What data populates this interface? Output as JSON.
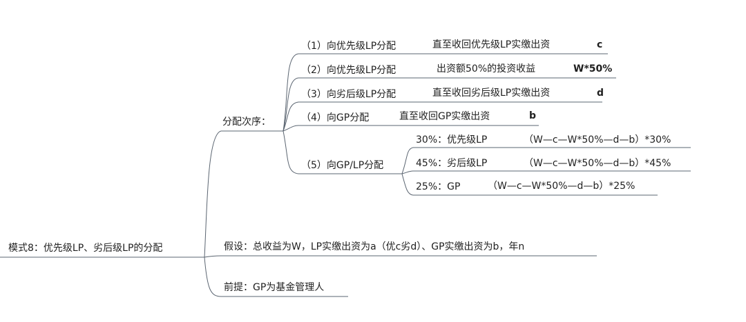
{
  "root": {
    "text": "模式8：优先级LP、劣后级LP的分配"
  },
  "branches": {
    "order": {
      "text": "分配次序："
    },
    "assumption": {
      "text": "假设：总收益为W，LP实缴出资为a（优c劣d）、GP实缴出资为b，年n"
    },
    "premise": {
      "text": "前提：GP为基金管理人"
    }
  },
  "steps": [
    {
      "label": "（1）向优先级LP分配",
      "detail": "直至收回优先级LP实缴出资",
      "value": "c"
    },
    {
      "label": "（2）向优先级LP分配",
      "detail": "出资额50%的投资收益",
      "value": "W*50%"
    },
    {
      "label": "（3）向劣后级LP分配",
      "detail": "直至收回劣后级LP实缴出资",
      "value": "d"
    },
    {
      "label": "（4）向GP分配",
      "detail": "直至收回GP实缴出资",
      "value": "b"
    },
    {
      "label": "（5）向GP/LP分配"
    }
  ],
  "splits": [
    {
      "label": "30%：优先级LP",
      "formula": "（W—c—W*50%—d—b）*30%"
    },
    {
      "label": "45%：劣后级LP",
      "formula": "（W—c—W*50%—d—b）*45%"
    },
    {
      "label": "25%：GP",
      "formula": "（W—c—W*50%—d—b）*25%"
    }
  ],
  "colors": {
    "line": "#5a6470",
    "text": "#1f1f1f"
  }
}
